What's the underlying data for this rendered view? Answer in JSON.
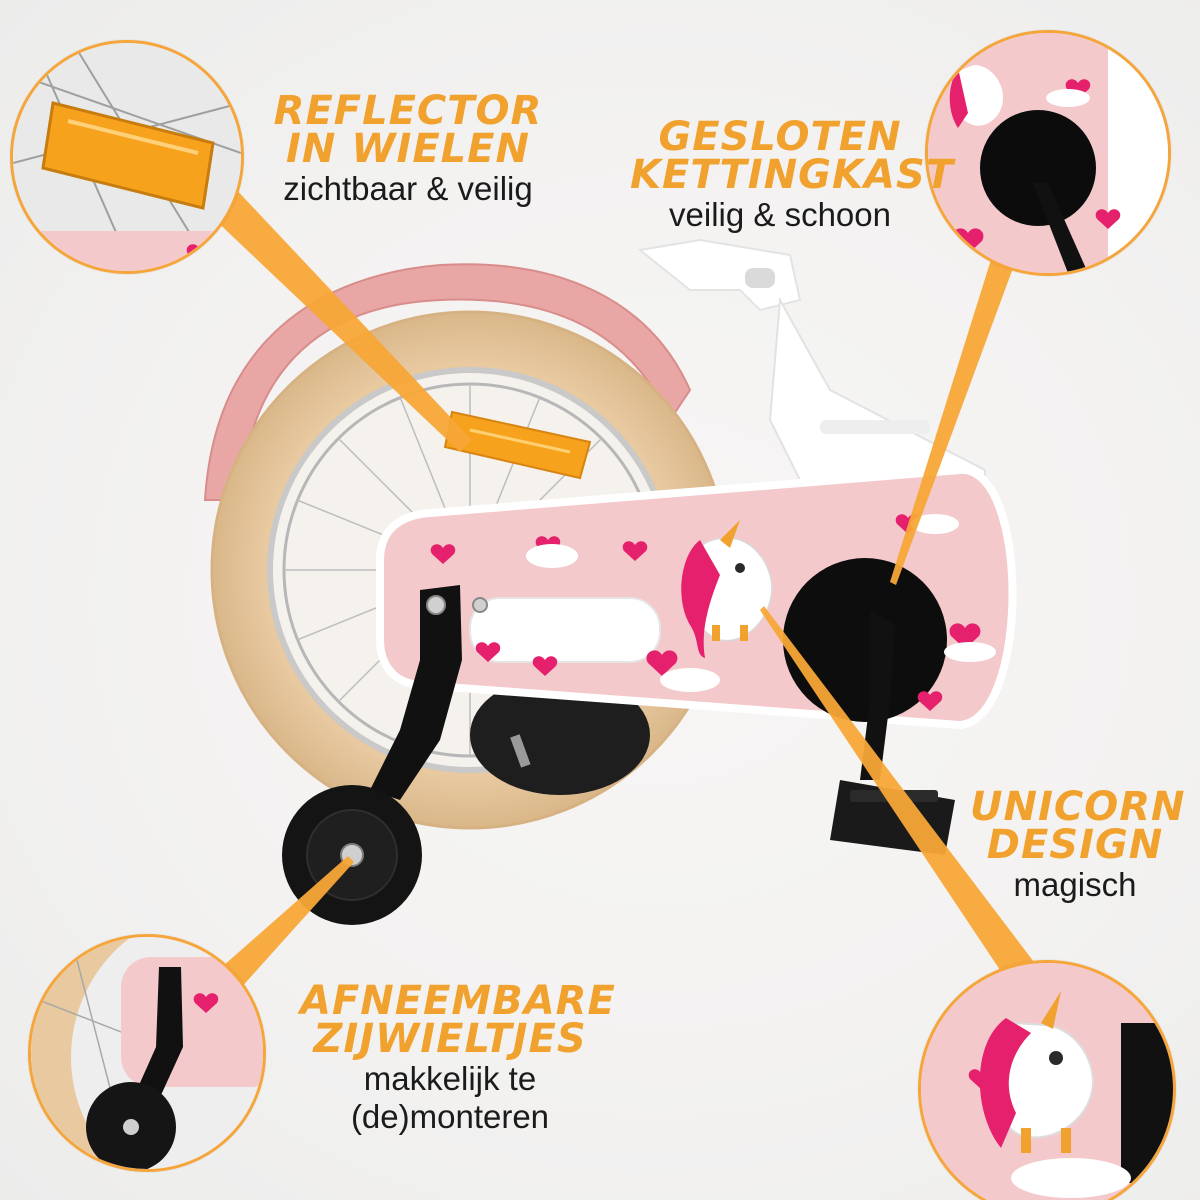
{
  "callouts": {
    "reflector": {
      "title": "REFLECTOR IN WIELEN",
      "subtitle": "zichtbaar & veilig"
    },
    "kettingkast": {
      "title": "GESLOTEN KETTINGKAST",
      "subtitle": "veilig & schoon"
    },
    "unicorn": {
      "title": "UNICORN DESIGN",
      "subtitle": "magisch"
    },
    "zijwieltjes": {
      "title": "AFNEEMBARE ZIJWIELTJES",
      "subtitle": "makkelijk te (de)monteren"
    }
  },
  "colors": {
    "accent_orange": "#f1a22e",
    "beam_orange": "#f7a737",
    "chainguard_pink": "#f4c9cb",
    "fender_pink": "#e8a6a4",
    "tire_cream": "#e8c9a0",
    "frame_white": "#ffffff",
    "training_wheel_black": "#141414",
    "heart_magenta": "#e5206c",
    "text_dark": "#1b1b1b"
  },
  "icons": {
    "reflector": "amber-reflector-icon",
    "unicorn": "unicorn-decal-icon",
    "heart": "heart-icon",
    "training_wheel": "training-wheel-icon"
  }
}
